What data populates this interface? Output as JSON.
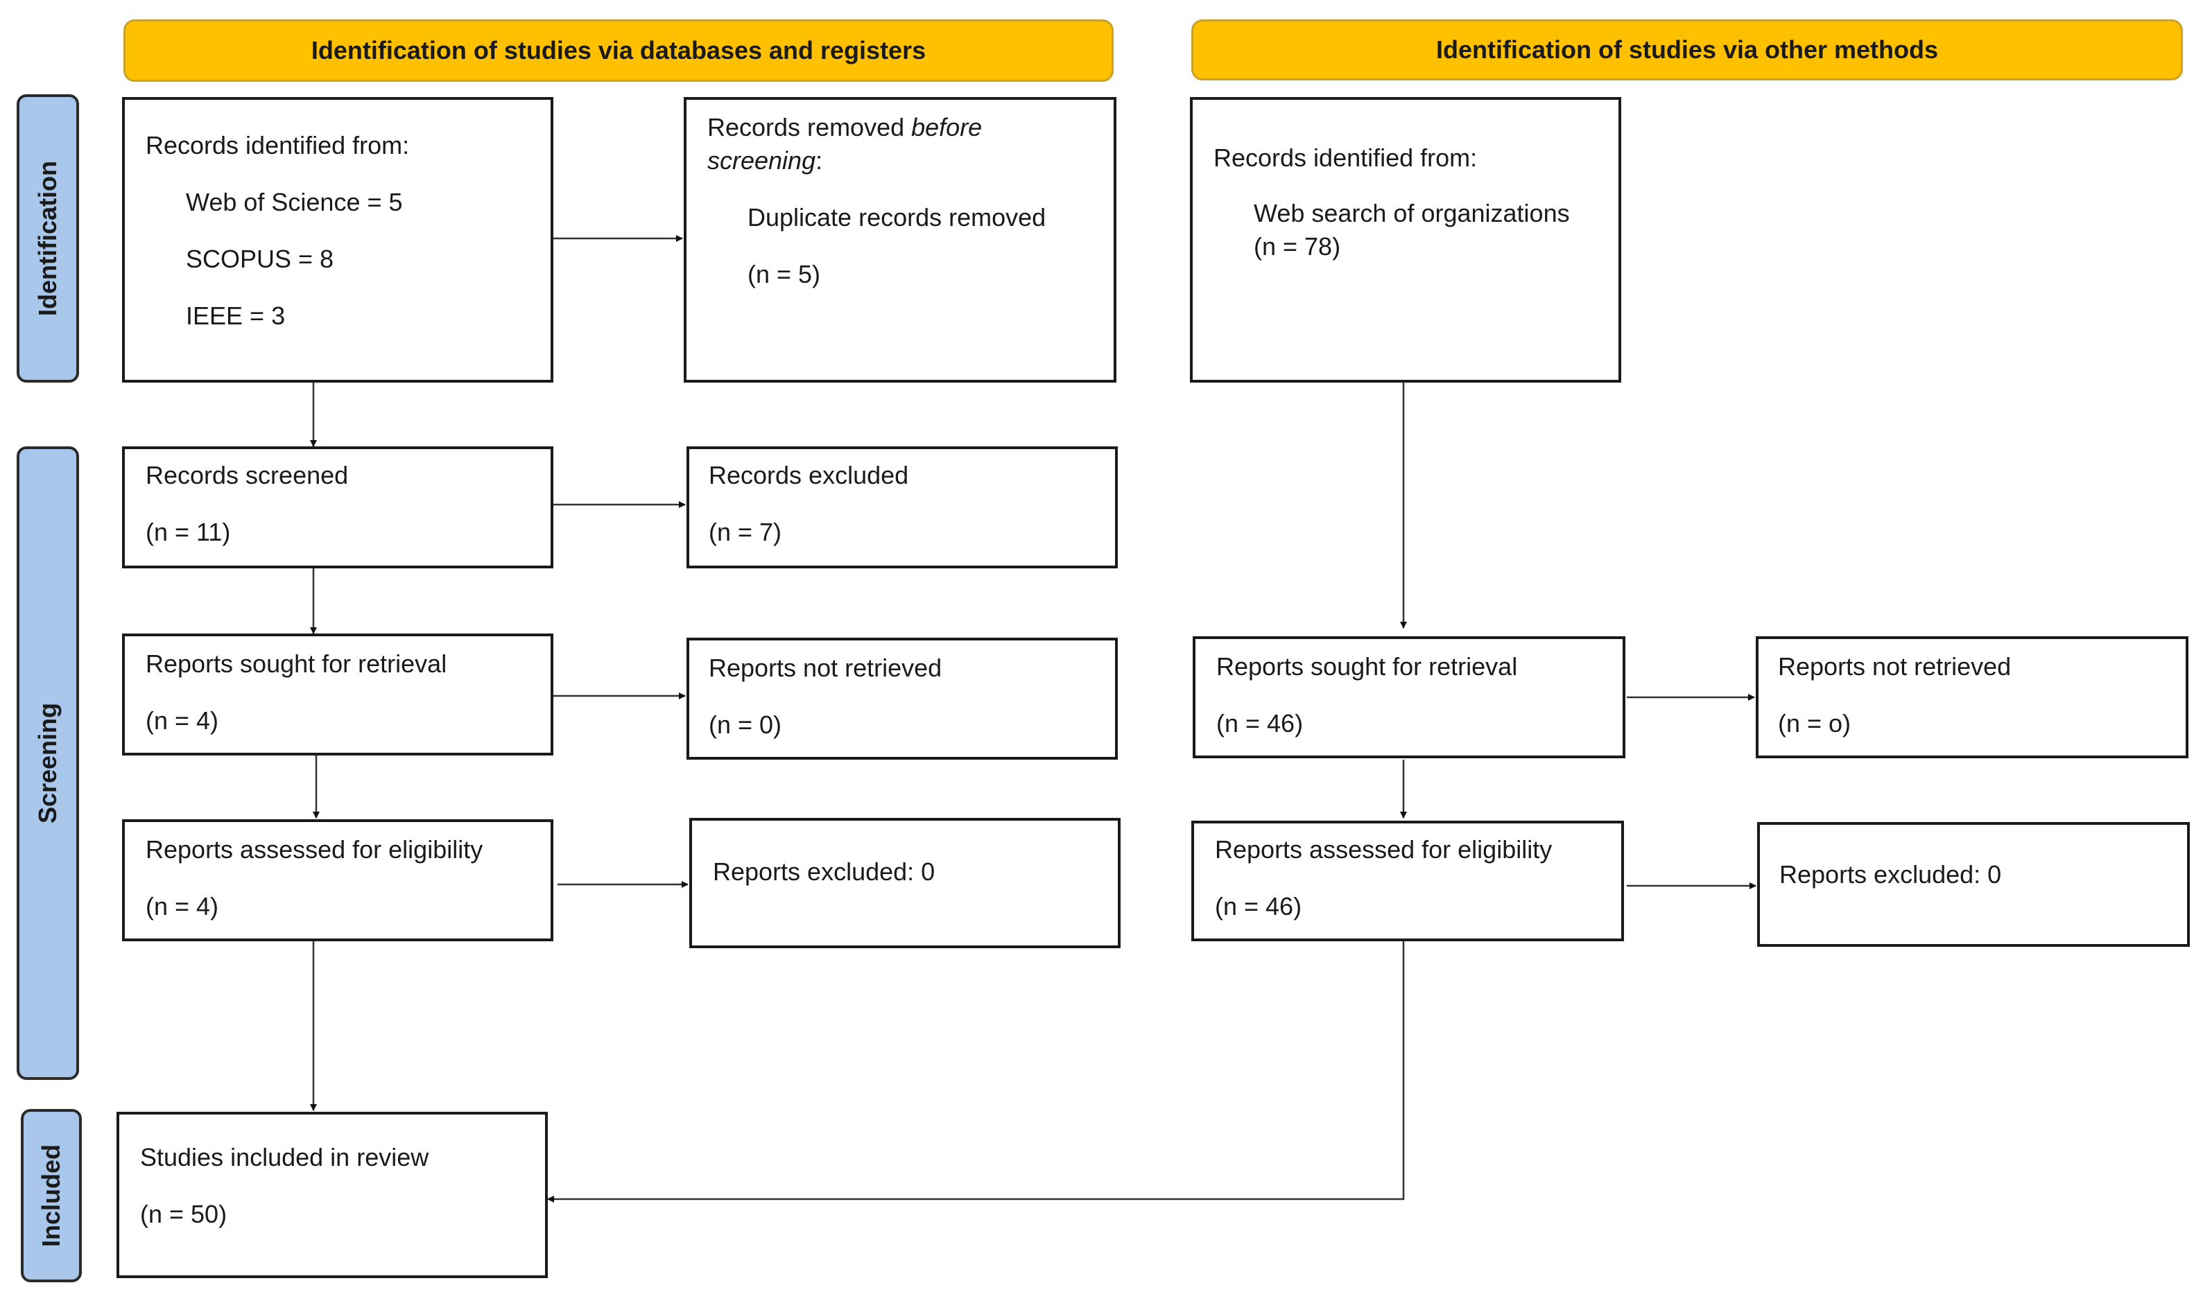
{
  "headers": {
    "left": "Identification of studies via databases and registers",
    "right": "Identification of studies via other methods"
  },
  "phases": {
    "identification": "Identification",
    "screening": "Screening",
    "included": "Included"
  },
  "db": {
    "records_identified": {
      "title": "Records identified from:",
      "wos": "Web of Science = 5",
      "scopus": "SCOPUS = 8",
      "ieee": "IEEE = 3"
    },
    "records_removed": {
      "title_prefix": "Records removed ",
      "title_italic": "before",
      "title_italic2": "screening",
      "title_suffix": ":",
      "line": "Duplicate records removed",
      "n": "(n = 5)"
    },
    "records_screened": {
      "title": "Records screened",
      "n": "(n = 11)"
    },
    "records_excluded": {
      "title": "Records excluded",
      "n": "(n = 7)"
    },
    "reports_sought": {
      "title": "Reports sought for retrieval",
      "n": "(n = 4)"
    },
    "reports_not_retrieved": {
      "title": "Reports not retrieved",
      "n": "(n = 0)"
    },
    "reports_assessed": {
      "title": "Reports assessed for eligibility",
      "n": "(n = 4)"
    },
    "reports_excluded": {
      "title": "Reports excluded: 0"
    },
    "studies_included": {
      "title": "Studies included in review",
      "n": "(n = 50)"
    }
  },
  "other": {
    "records_identified": {
      "title": "Records identified from:",
      "line": "Web search of organizations",
      "n": "(n = 78)"
    },
    "reports_sought": {
      "title": "Reports sought for retrieval",
      "n": "(n = 46)"
    },
    "reports_not_retrieved": {
      "title": "Reports not retrieved",
      "n": "(n = o)"
    },
    "reports_assessed": {
      "title": "Reports assessed for eligibility",
      "n": "(n = 46)"
    },
    "reports_excluded": {
      "title": "Reports excluded: 0"
    }
  }
}
